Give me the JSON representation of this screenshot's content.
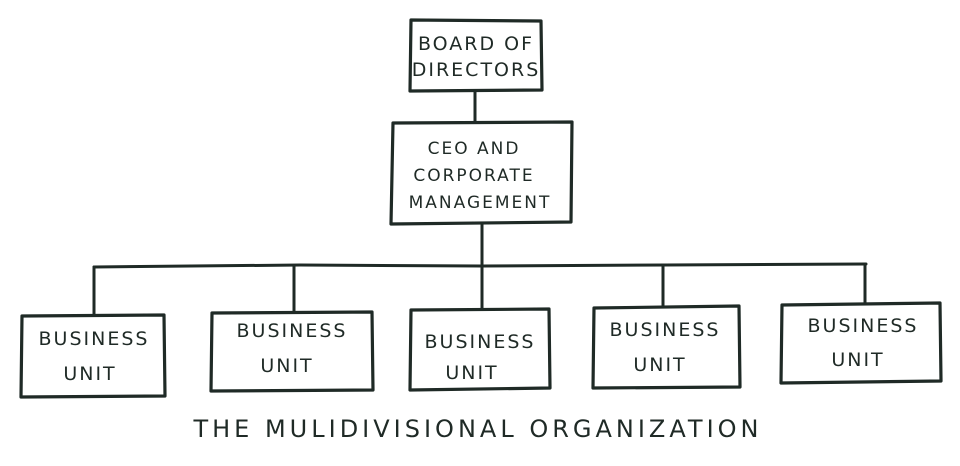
{
  "diagram": {
    "board": {
      "label_line1": "BOARD OF",
      "label_line2": "DIRECTORS"
    },
    "ceo": {
      "label_line1": "CEO AND",
      "label_line2": "CORPORATE",
      "label_line3": "MANAGEMENT"
    },
    "business_units": [
      {
        "label_line1": "BUSINESS",
        "label_line2": "UNIT"
      },
      {
        "label_line1": "BUSINESS",
        "label_line2": "UNIT"
      },
      {
        "label_line1": "BUSINESS",
        "label_line2": "UNIT"
      },
      {
        "label_line1": "BUSINESS",
        "label_line2": "UNIT"
      },
      {
        "label_line1": "BUSINESS",
        "label_line2": "UNIT"
      }
    ],
    "caption": "THE MULIDIVISIONAL ORGANIZATION"
  },
  "colors": {
    "ink": "#1f2a26",
    "background": "#ffffff"
  }
}
